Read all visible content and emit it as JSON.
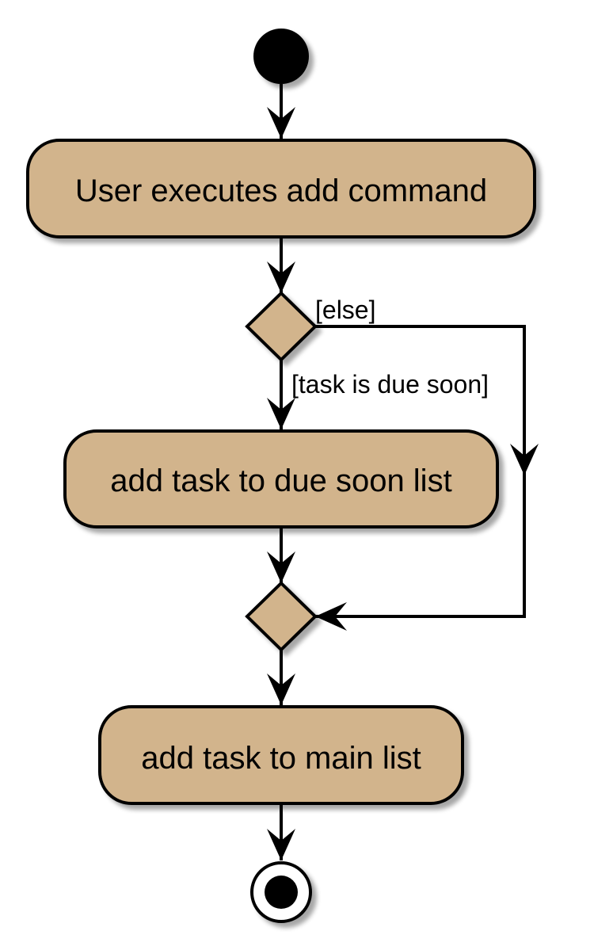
{
  "diagram": {
    "type": "activity",
    "nodes": {
      "start": {
        "kind": "initial"
      },
      "execute_add": {
        "kind": "action",
        "label": "User executes add command"
      },
      "decision": {
        "kind": "decision",
        "guards": {
          "yes": "[task is due soon]",
          "no": "[else]"
        }
      },
      "add_due_soon": {
        "kind": "action",
        "label": "add task to due soon list"
      },
      "merge": {
        "kind": "merge"
      },
      "add_main": {
        "kind": "action",
        "label": "add task to main list"
      },
      "end": {
        "kind": "final"
      }
    },
    "edges": [
      {
        "from": "start",
        "to": "execute_add"
      },
      {
        "from": "execute_add",
        "to": "decision"
      },
      {
        "from": "decision",
        "to": "add_due_soon",
        "guard": "[task is due soon]"
      },
      {
        "from": "decision",
        "to": "merge",
        "guard": "[else]"
      },
      {
        "from": "add_due_soon",
        "to": "merge"
      },
      {
        "from": "merge",
        "to": "add_main"
      },
      {
        "from": "add_main",
        "to": "end"
      }
    ],
    "colors": {
      "action_fill": "#D2B48C",
      "stroke": "#000000",
      "shadow": "#c8c8c8",
      "start_fill": "#000000",
      "end_ring_fill": "#ffffff"
    }
  }
}
